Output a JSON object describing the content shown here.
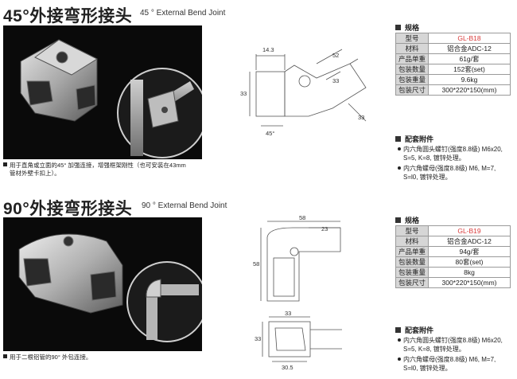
{
  "section1": {
    "title_cn": "45°外接弯形接头",
    "title_en": "45 °  External Bend Joint",
    "note_line1": "用于直角或立面的45° 加强连接，增强框架刚性（也可安装在43mm",
    "note_line2": "管材外壁卡扣上）。",
    "dims": {
      "a": "14.3",
      "b": "52",
      "c": "33",
      "d": "45°",
      "e": "33",
      "f": "33"
    },
    "spec_heading": "规格",
    "spec": [
      {
        "key": "型号",
        "value": "GL-B18",
        "accent": true
      },
      {
        "key": "材料",
        "value": "铝合金ADC-12"
      },
      {
        "key": "产品单重",
        "value": "61g/套"
      },
      {
        "key": "包装数量",
        "value": "152套(set)"
      },
      {
        "key": "包装重量",
        "value": "9.6kg"
      },
      {
        "key": "包装尺寸",
        "value": "300*220*150(mm)"
      }
    ],
    "acc_heading": "配套附件",
    "accessories": [
      {
        "line1": "内六角圆头螺钉(强度8.8级) M6x20,",
        "line2": "S=5, K=8, 镀锌处理。"
      },
      {
        "line1": "内六角螺母(强度8.8级) M6, M=7,",
        "line2": "S=l0, 镀锌处理。"
      }
    ]
  },
  "section2": {
    "title_cn": "90°外接弯形接头",
    "title_en": "90 °  External Bend Joint",
    "note_line1": "用于二根铝管的90° 外包连接。",
    "dims": {
      "a": "58",
      "b": "23",
      "c": "58",
      "d": "33",
      "e": "33",
      "f": "30.5"
    },
    "spec_heading": "规格",
    "spec": [
      {
        "key": "型号",
        "value": "GL-B19",
        "accent": true
      },
      {
        "key": "材料",
        "value": "铝合金ADC-12"
      },
      {
        "key": "产品单重",
        "value": "94g/套"
      },
      {
        "key": "包装数量",
        "value": "80套(set)"
      },
      {
        "key": "包装重量",
        "value": "8kg"
      },
      {
        "key": "包装尺寸",
        "value": "300*220*150(mm)"
      }
    ],
    "acc_heading": "配套附件",
    "accessories": [
      {
        "line1": "内六角圆头螺钉(强度8.8级) M6x20,",
        "line2": "S=5, K=8, 镀锌处理。"
      },
      {
        "line1": "内六角螺母(强度8.8级) M6, M=7,",
        "line2": "S=l0, 镀锌处理。"
      }
    ]
  }
}
